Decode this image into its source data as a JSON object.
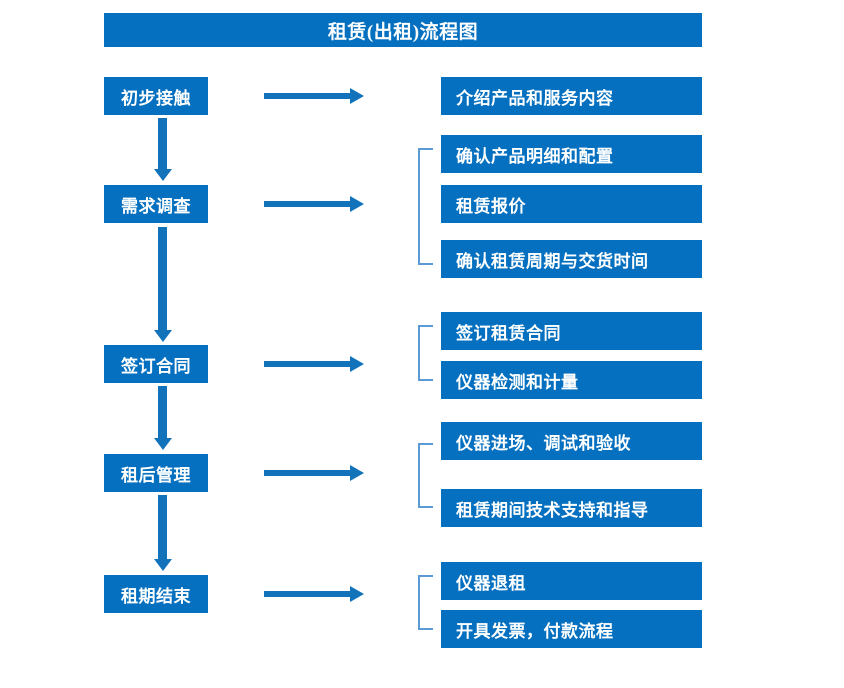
{
  "title": "租赁(出租)流程图",
  "colors": {
    "box_fill": "#0570bf",
    "arrow": "#1273bb",
    "bracket": "#5b9bd5",
    "text": "#ffffff",
    "background": "#ffffff"
  },
  "stages": [
    {
      "label": "初步接触"
    },
    {
      "label": "需求调查"
    },
    {
      "label": "签订合同"
    },
    {
      "label": "租后管理"
    },
    {
      "label": "租期结束"
    }
  ],
  "details": [
    {
      "label": "介绍产品和服务内容"
    },
    {
      "label": "确认产品明细和配置"
    },
    {
      "label": "租赁报价"
    },
    {
      "label": "确认租赁周期与交货时间"
    },
    {
      "label": "签订租赁合同"
    },
    {
      "label": "仪器检测和计量"
    },
    {
      "label": "仪器进场、调试和验收"
    },
    {
      "label": "租赁期间技术支持和指导"
    },
    {
      "label": "仪器退租"
    },
    {
      "label": "开具发票，付款流程"
    }
  ]
}
